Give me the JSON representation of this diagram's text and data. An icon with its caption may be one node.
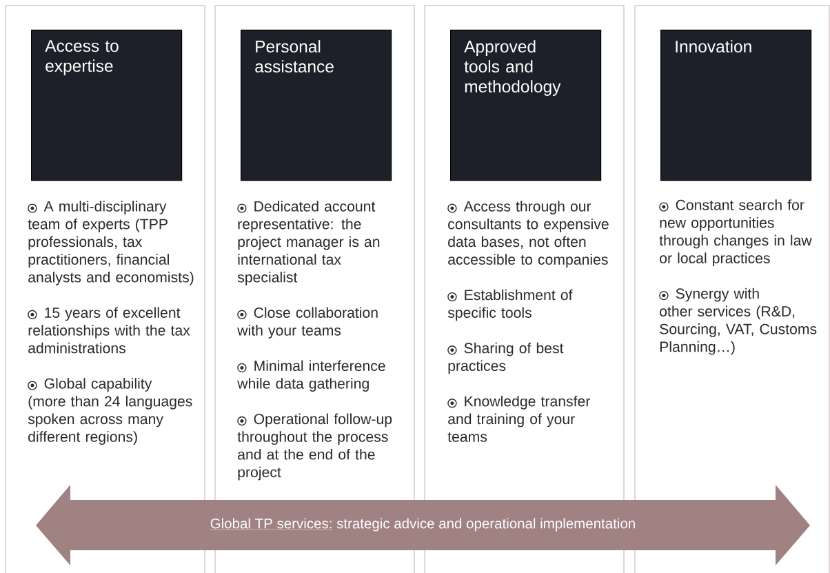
{
  "diagram": {
    "nodes": [
      {
        "text": [
          "A multi-disciplinary team of experts (TPP professionals, tax practitioners, financial analysts and economists)",
          "15 years of excellent relationships with the tax administrations",
          "Global capability (more than 24 languages spoken across many different regions)"
        ]
      },
      {
        "text": [
          "Access to expertise"
        ],
        "in": 0
      },
      {
        "text": [
          "Dedicated account representative: the project manager is an international tax specialist",
          "Close collaboration with your teams",
          "Minimal interference while data gathering",
          "Operational follow-up throughout the process and at the end of the project"
        ]
      },
      {
        "text": [
          "Personal assistance"
        ],
        "in": 2
      },
      {
        "text": [
          "Access through our consultants to expensive data bases, not often accessible to companies",
          "Establishment of specific tools",
          "Sharing of best practices",
          "Knowledge transfer and training of your teams"
        ]
      },
      {
        "text": [
          "Approved tools and methodology"
        ],
        "in": 4
      },
      {
        "text": [
          "Constant search for new opportunities through changes in law or local practices",
          "Synergy with other services (R&D, Sourcing, VAT, Customs Planning…)"
        ]
      },
      {
        "text": [
          "Innovation"
        ],
        "in": 6
      },
      {
        "text": [
          "Global TP services:",
          "strategic advice and operational implementation"
        ]
      }
    ]
  }
}
